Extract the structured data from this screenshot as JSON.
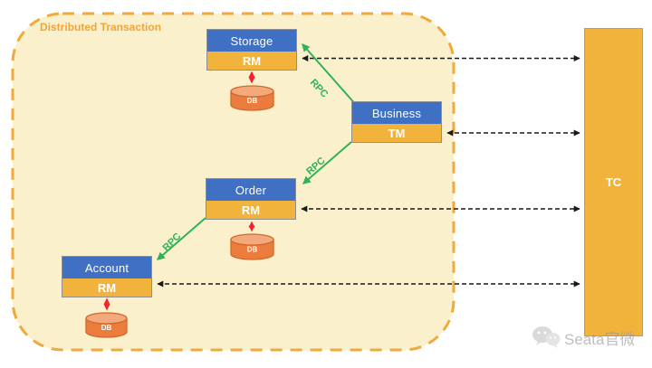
{
  "diagram": {
    "boundary_label": "Distributed Transaction",
    "services": [
      {
        "name": "Storage",
        "role": "RM"
      },
      {
        "name": "Business",
        "role": "TM"
      },
      {
        "name": "Order",
        "role": "RM"
      },
      {
        "name": "Account",
        "role": "RM"
      }
    ],
    "db_label": "DB",
    "coordinator_label": "TC",
    "rpc_labels": [
      "RPC",
      "RPC",
      "RPC"
    ],
    "watermark": {
      "icon": "wechat-icon",
      "text": "Seata官微"
    },
    "colors": {
      "boundary_border": "#F2A93B",
      "boundary_fill": "#FAF0CB",
      "service_header_blue": "#4070C4",
      "resource_band_yellow": "#F2B33D",
      "coordinator_fill": "#F2B33D",
      "db_body_orange": "#EC7B3E",
      "db_lid_orange": "#F4A97D",
      "rpc_green": "#2FB356",
      "db_link_red": "#F5222D",
      "tc_link_black": "#1A1A1A",
      "watermark_gray": "#C6C6C6"
    }
  }
}
